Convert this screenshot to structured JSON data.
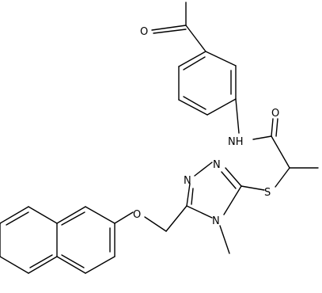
{
  "structure": {
    "atom_labels": {
      "ketone_o": "O",
      "amide_o": "O",
      "amide_nh": "NH",
      "thioether_s": "S",
      "triazole_n1": "N",
      "triazole_n2": "N",
      "triazole_n4": "N",
      "ether_o": "O"
    }
  },
  "colors": {
    "bond": "#000000",
    "background": "#ffffff"
  }
}
